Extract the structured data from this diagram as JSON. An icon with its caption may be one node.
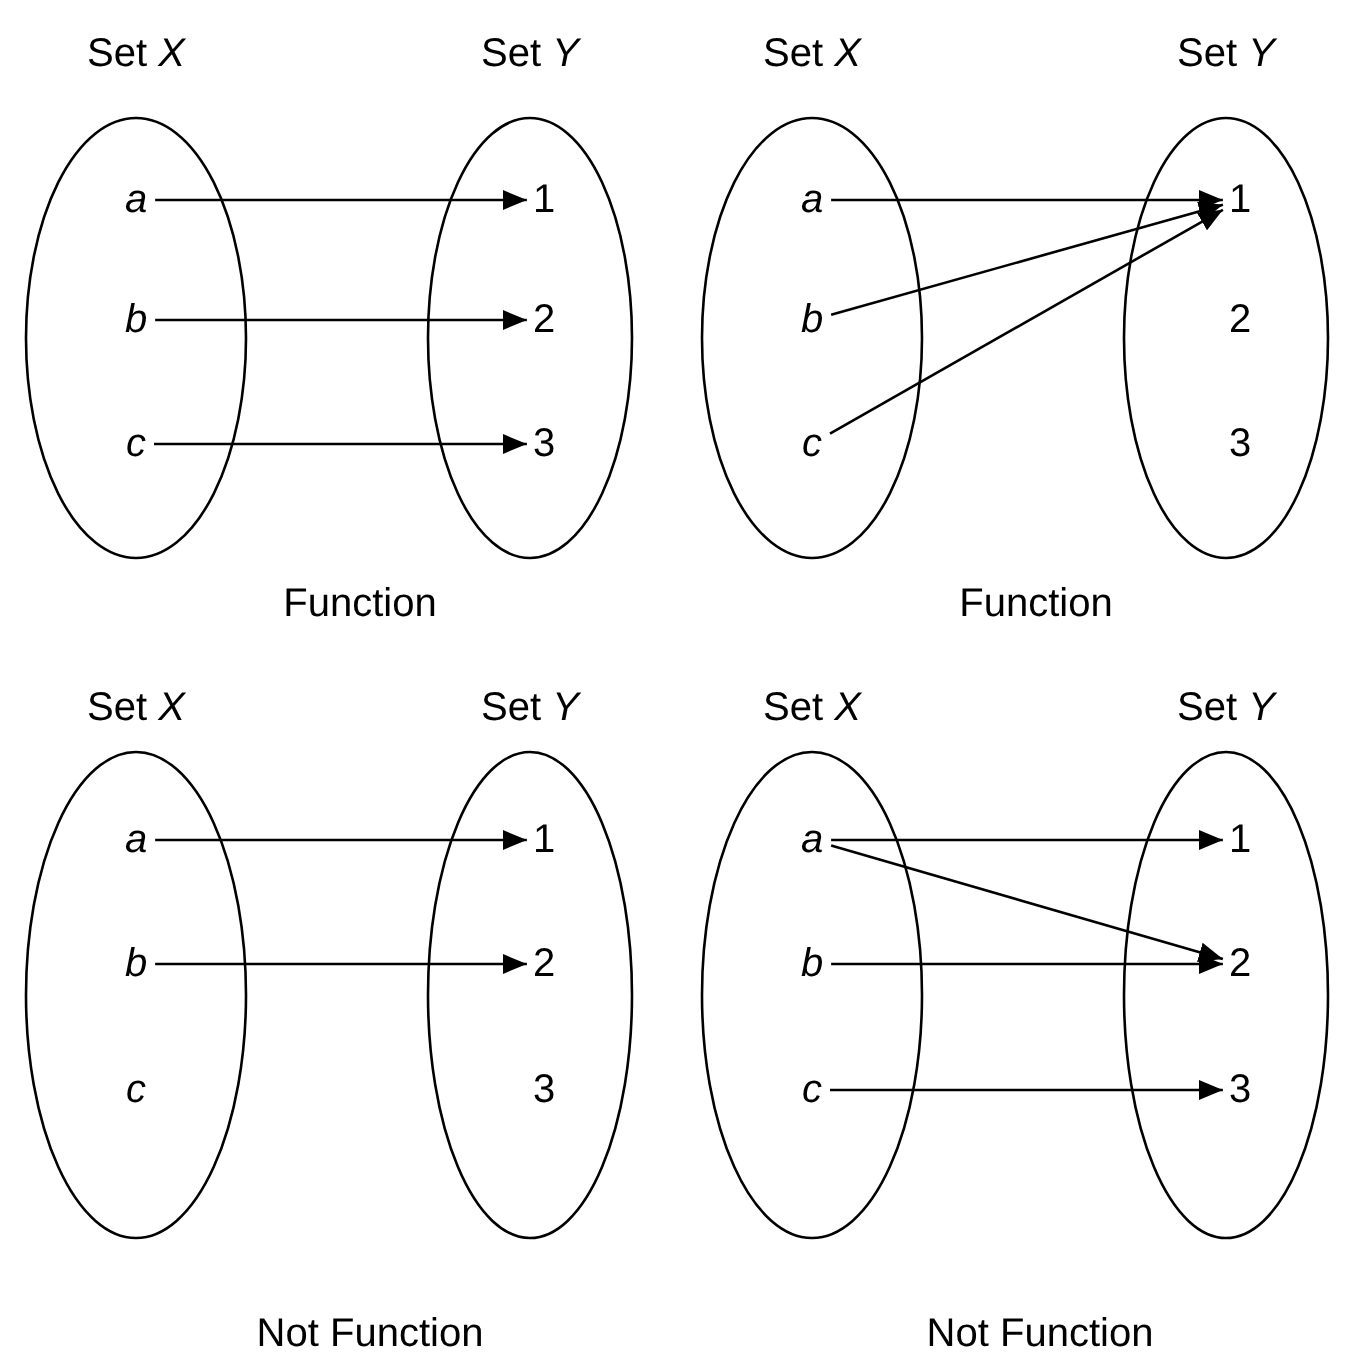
{
  "diagram": {
    "nodes": [
      {
        "text": [
          "Set *X*"
        ]
      },
      {
        "text": [
          "a"
        ],
        "in": 0
      },
      {
        "text": [
          "b"
        ],
        "in": 0
      },
      {
        "text": [
          "c"
        ],
        "in": 0
      },
      {
        "text": [
          "Set *Y*"
        ]
      },
      {
        "text": [
          "1"
        ],
        "in": 4
      },
      {
        "text": [
          "2"
        ],
        "in": 4
      },
      {
        "text": [
          "3"
        ],
        "in": 4
      },
      {
        "text": [
          "Set *X*"
        ]
      },
      {
        "text": [
          "a"
        ],
        "in": 8
      },
      {
        "text": [
          "b"
        ],
        "in": 8
      },
      {
        "text": [
          "c"
        ],
        "in": 8
      },
      {
        "text": [
          "Set *Y*"
        ]
      },
      {
        "text": [
          "1"
        ],
        "in": 12
      },
      {
        "text": [
          "2"
        ],
        "in": 12
      },
      {
        "text": [
          "3"
        ],
        "in": 12
      },
      {
        "text": [
          "Set *X*"
        ]
      },
      {
        "text": [
          "a"
        ],
        "in": 16
      },
      {
        "text": [
          "b"
        ],
        "in": 16
      },
      {
        "text": [
          "c"
        ],
        "in": 16
      },
      {
        "text": [
          "Set *Y*"
        ]
      },
      {
        "text": [
          "1"
        ],
        "in": 20
      },
      {
        "text": [
          "2"
        ],
        "in": 20
      },
      {
        "text": [
          "3"
        ],
        "in": 20
      },
      {
        "text": [
          "Set *X*"
        ]
      },
      {
        "text": [
          "a"
        ],
        "in": 24
      },
      {
        "text": [
          "b"
        ],
        "in": 24
      },
      {
        "text": [
          "c"
        ],
        "in": 24
      },
      {
        "text": [
          "Set *Y*"
        ]
      },
      {
        "text": [
          "1"
        ],
        "in": 28
      },
      {
        "text": [
          "2"
        ],
        "in": 28
      },
      {
        "text": [
          "3"
        ],
        "in": 28
      }
    ],
    "edges": [
      {
        "from": 1,
        "to": 5,
        "arrow": "to"
      },
      {
        "from": 2,
        "to": 6,
        "arrow": "to"
      },
      {
        "from": 3,
        "to": 7,
        "arrow": "to"
      },
      {
        "from": 9,
        "to": 13,
        "arrow": "to"
      },
      {
        "from": 10,
        "to": 13,
        "arrow": "to"
      },
      {
        "from": 11,
        "to": 13,
        "arrow": "to"
      },
      {
        "from": 17,
        "to": 21,
        "arrow": "to"
      },
      {
        "from": 18,
        "to": 22,
        "arrow": "to"
      },
      {
        "from": 25,
        "to": 29,
        "arrow": "to"
      },
      {
        "from": 25,
        "to": 30,
        "arrow": "to"
      },
      {
        "from": 26,
        "to": 30,
        "arrow": "to"
      },
      {
        "from": 27,
        "to": 31,
        "arrow": "to"
      }
    ],
    "labels": [
      "Function",
      "Function",
      "Not Function",
      "Not Function"
    ]
  }
}
